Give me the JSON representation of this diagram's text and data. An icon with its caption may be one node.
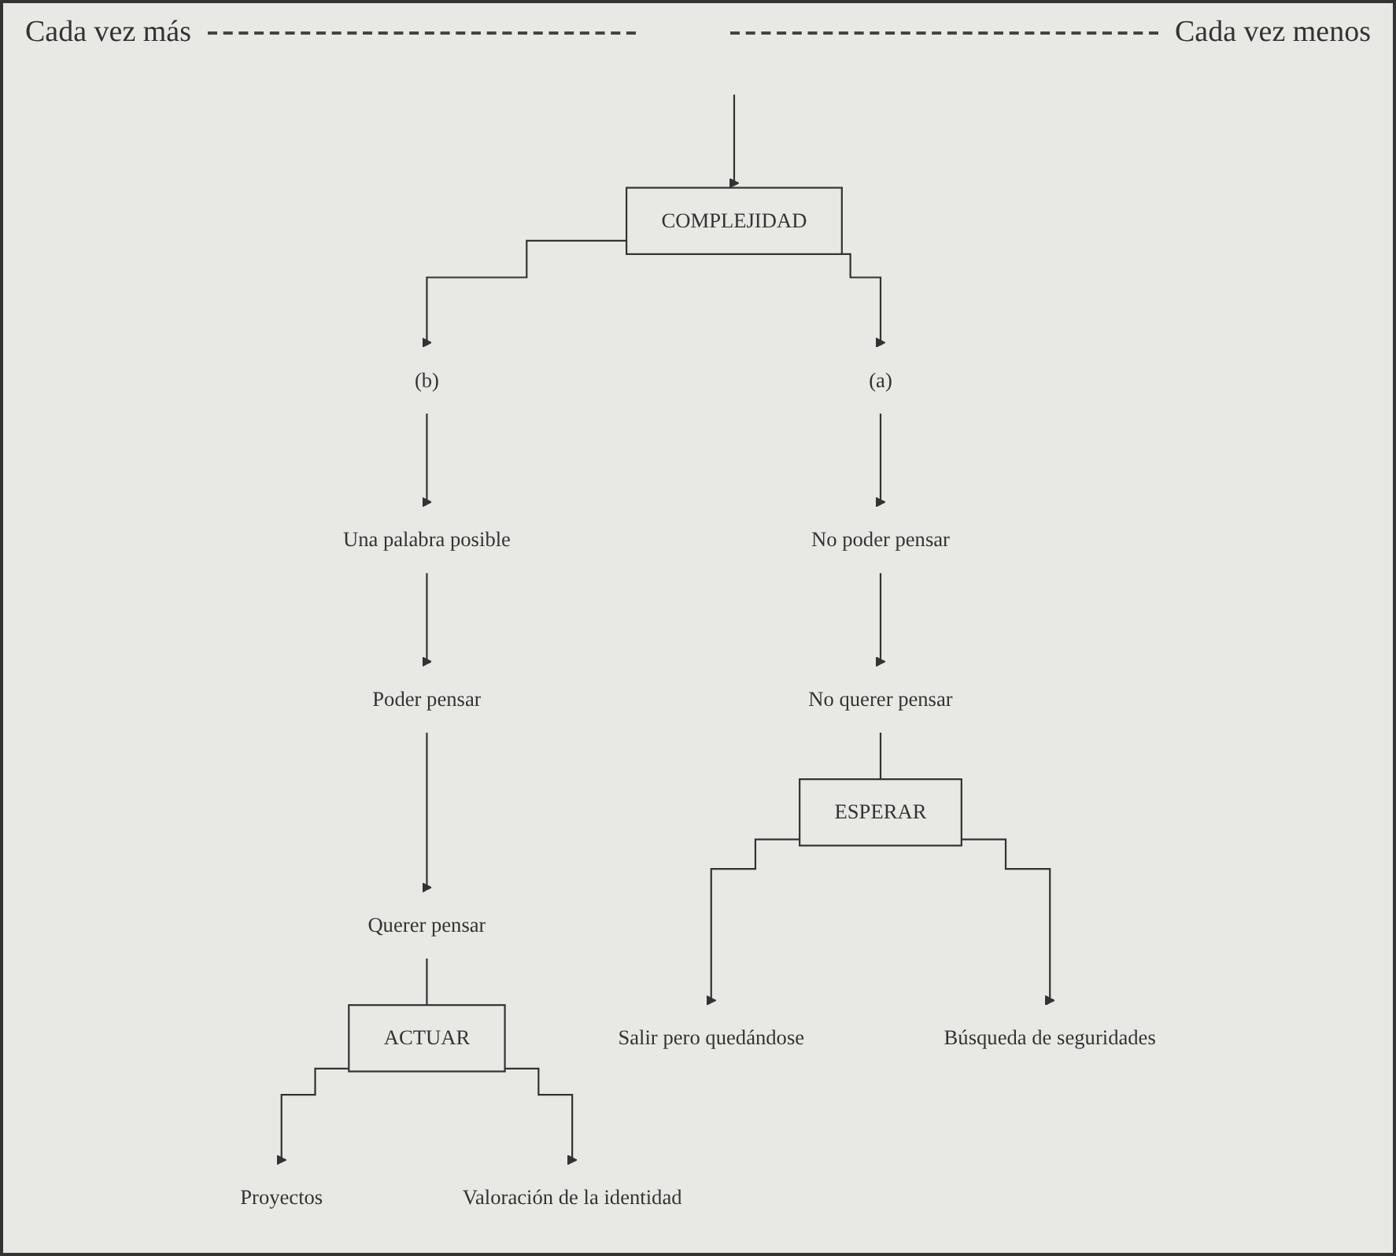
{
  "diagram": {
    "nodes": [
      {
        "text": [
          "COMPLEJIDAD"
        ]
      },
      {
        "text": [
          "(a)"
        ]
      },
      {
        "text": [
          "(b)"
        ]
      },
      {
        "text": [
          "Una palabra posible"
        ]
      },
      {
        "text": [
          "No poder pensar"
        ]
      },
      {
        "text": [
          "Poder pensar"
        ]
      },
      {
        "text": [
          "No querer pensar"
        ]
      },
      {
        "text": [
          "Querer pensar"
        ]
      },
      {
        "text": [
          "ESPERAR"
        ]
      },
      {
        "text": [
          "ACTUAR"
        ]
      },
      {
        "text": [
          "Salir pero quedándose"
        ]
      },
      {
        "text": [
          "Búsqueda de seguridades"
        ]
      },
      {
        "text": [
          "Proyectos"
        ]
      },
      {
        "text": [
          "Valoración de la identidad"
        ]
      }
    ],
    "edges": [
      {
        "from": null,
        "to": 0,
        "arrow": "to"
      },
      {
        "from": 0,
        "to": 1,
        "arrow": "to"
      },
      {
        "from": 0,
        "to": 2,
        "arrow": "to"
      },
      {
        "from": 1,
        "to": 4,
        "arrow": "to"
      },
      {
        "from": 4,
        "to": 6,
        "arrow": "to"
      },
      {
        "from": 6,
        "to": 8,
        "arrow": "none"
      },
      {
        "from": 8,
        "to": 10,
        "arrow": "to"
      },
      {
        "from": 8,
        "to": 11,
        "arrow": "to"
      },
      {
        "from": 2,
        "to": 3,
        "arrow": "to"
      },
      {
        "from": 3,
        "to": 5,
        "arrow": "to"
      },
      {
        "from": 5,
        "to": 7,
        "arrow": "to"
      },
      {
        "from": 7,
        "to": 9,
        "arrow": "none"
      },
      {
        "from": 9,
        "to": 12,
        "arrow": "to"
      },
      {
        "from": 9,
        "to": 13,
        "arrow": "to"
      }
    ],
    "labels": [
      "Cada vez más",
      "Cada vez menos"
    ]
  }
}
